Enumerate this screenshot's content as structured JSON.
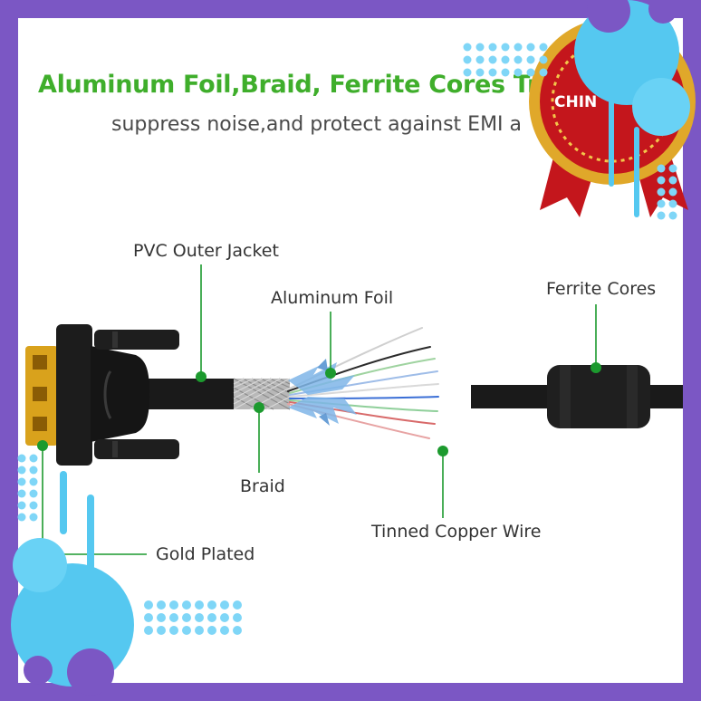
{
  "headline": "Aluminum Foil,Braid, Ferrite Cores Trip",
  "subheadline": "suppress noise,and protect against EMI a",
  "labels": {
    "pvc_outer_jacket": "PVC Outer Jacket",
    "aluminum_foil": "Aluminum Foil",
    "ferrite_cores": "Ferrite Cores",
    "braid": "Braid",
    "tinned_copper_wire": "Tinned Copper Wire",
    "gold_plated": "Gold Plated"
  },
  "badge": {
    "text": "CHIN"
  },
  "colors": {
    "frame": "#7b57c4",
    "headline": "#3fae2b",
    "callout": "#1c9a2e",
    "accent_blue": "#55c8f0",
    "cable": "#1a1a1a",
    "gold": "#d9a21c",
    "badge_red": "#c4161c"
  }
}
